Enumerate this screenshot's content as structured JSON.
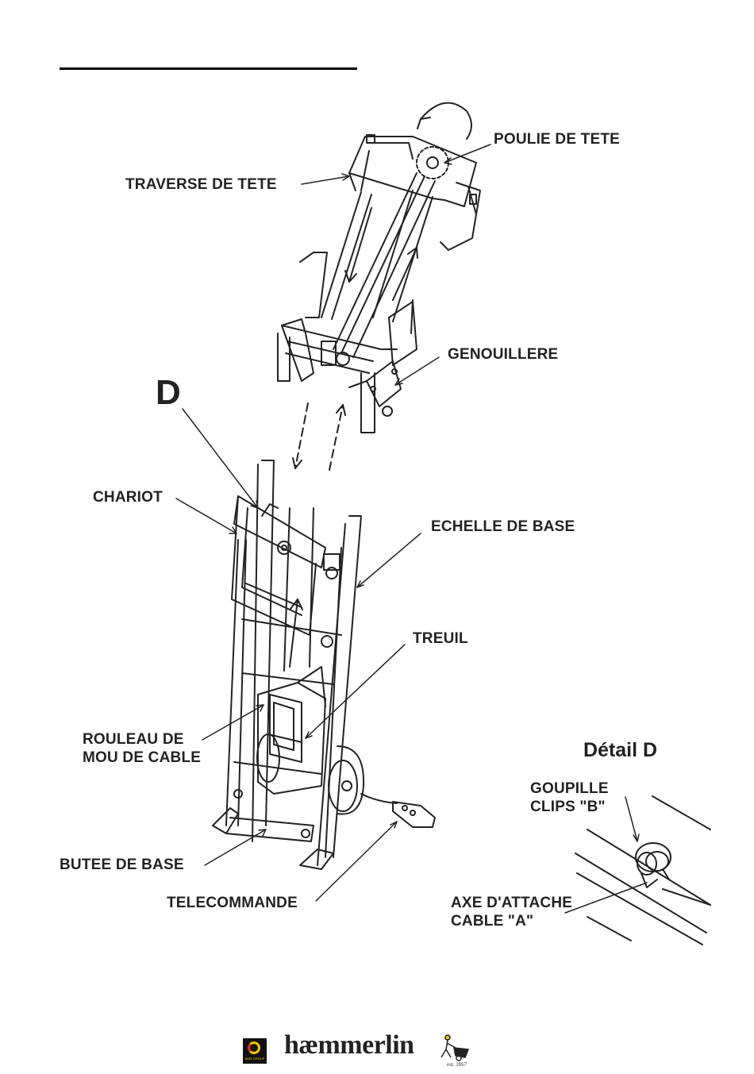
{
  "labels": {
    "poulie": "POULIE DE TETE",
    "traverse": "TRAVERSE DE TETE",
    "genouillere": "GENOUILLERE",
    "d_marker": "D",
    "chariot": "CHARIOT",
    "echelle": "ECHELLE DE BASE",
    "treuil": "TREUIL",
    "rouleau_line1": "ROULEAU DE",
    "rouleau_line2": "MOU DE CABLE",
    "detail_title": "Détail D",
    "goupille_line1": "GOUPILLE",
    "goupille_line2": "CLIPS \"B\"",
    "axe_line1": "AXE D'ATTACHE",
    "axe_line2": "CABLE \"A\"",
    "butee": "BUTEE DE BASE",
    "telecommande": "TELECOMMANDE"
  },
  "footer": {
    "brand": "hæmmerlin",
    "established": "est. 1867",
    "group_logo_caption": "SMG GROUP"
  }
}
